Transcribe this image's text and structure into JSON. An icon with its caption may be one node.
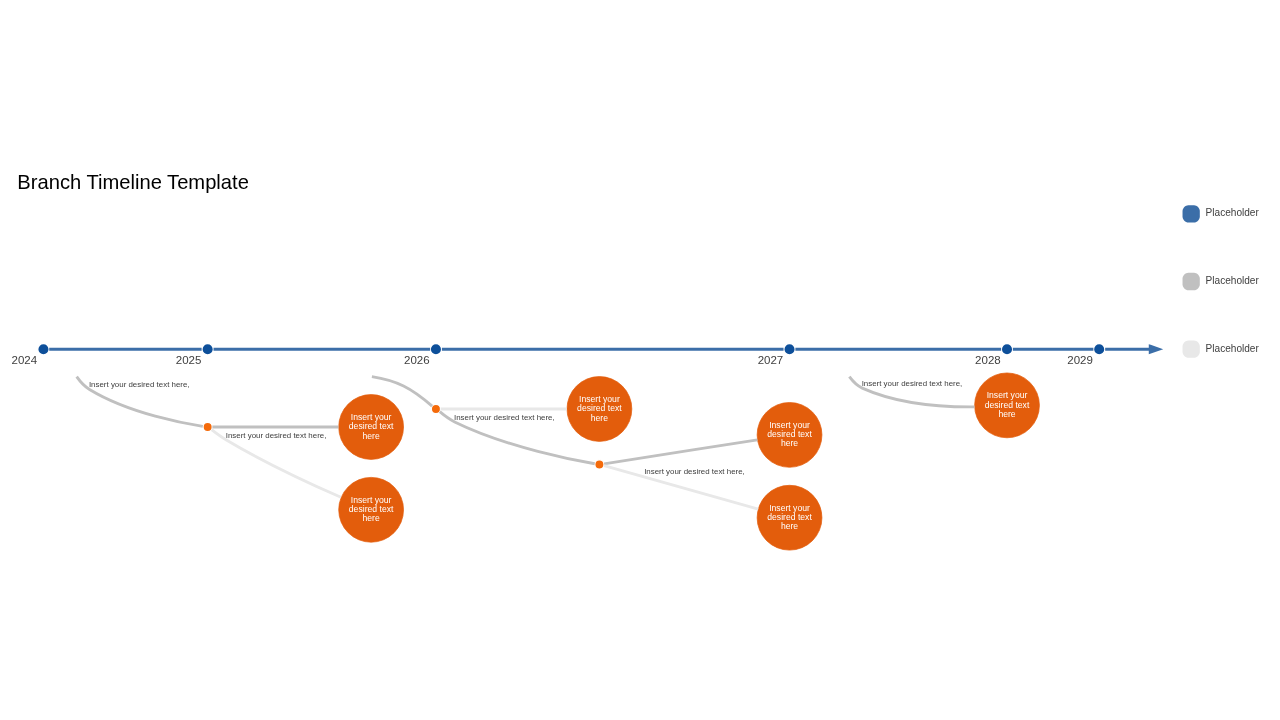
{
  "diagram": {
    "title": "Branch Timeline Template",
    "nodes": [
      {
        "text": [
          "2024"
        ]
      },
      {
        "text": [
          "2025"
        ]
      },
      {
        "text": [
          "2026"
        ]
      },
      {
        "text": [
          "2027"
        ]
      },
      {
        "text": [
          "2028"
        ]
      },
      {
        "text": [
          "2029"
        ]
      },
      {
        "text": [],
        "shape": "circle"
      },
      {
        "text": [
          "Insert your desired text here"
        ]
      },
      {
        "text": [
          "Insert your desired text here"
        ]
      },
      {
        "text": [
          "Insert your desired text here"
        ]
      },
      {
        "text": [],
        "shape": "circle"
      },
      {
        "text": [
          "Insert your desired text here"
        ]
      },
      {
        "text": [],
        "shape": "circle"
      },
      {
        "text": [
          "Insert your desired text here"
        ]
      },
      {
        "text": [
          "Insert your desired text here"
        ]
      }
    ],
    "edges": [
      {
        "from": 0,
        "to": 1,
        "arrow": "none",
        "color": "#3b6ea8"
      },
      {
        "from": 1,
        "to": 2,
        "arrow": "none",
        "color": "#3b6ea8"
      },
      {
        "from": 2,
        "to": 3,
        "arrow": "none",
        "color": "#3b6ea8"
      },
      {
        "from": 3,
        "to": 4,
        "arrow": "none",
        "color": "#3b6ea8"
      },
      {
        "from": 4,
        "to": 5,
        "arrow": "none",
        "color": "#3b6ea8"
      },
      {
        "from": 5,
        "to": null,
        "arrow": "to",
        "color": "#3b6ea8"
      },
      {
        "from": null,
        "to": 6,
        "arrow": "none",
        "label": "Insert your desired text here,",
        "color": "#c0c0c0"
      },
      {
        "from": 6,
        "to": 7,
        "arrow": "none",
        "color": "#c0c0c0"
      },
      {
        "from": 6,
        "to": 8,
        "arrow": "none",
        "label": "Insert your desired text here,",
        "color": "#e8e8e8"
      },
      {
        "from": null,
        "to": 9,
        "arrow": "none",
        "label": "Insert your desired text here,",
        "color": "#c0c0c0"
      },
      {
        "from": null,
        "to": 10,
        "arrow": "none",
        "color": "#c0c0c0"
      },
      {
        "from": 10,
        "to": 11,
        "arrow": "none",
        "color": "#e8e8e8"
      },
      {
        "from": 10,
        "to": 12,
        "arrow": "none",
        "label": "Insert your desired text here,",
        "color": "#c0c0c0"
      },
      {
        "from": 12,
        "to": 13,
        "arrow": "none",
        "color": "#c0c0c0"
      },
      {
        "from": 12,
        "to": 14,
        "arrow": "none",
        "label": "Insert your desired text here,",
        "color": "#e8e8e8"
      }
    ],
    "legend": [
      {
        "text": "Placeholder",
        "color": "#3b6ea8"
      },
      {
        "text": "Placeholder",
        "color": "#c0c0c0"
      },
      {
        "text": "Placeholder",
        "color": "#e8e8e8"
      }
    ]
  }
}
